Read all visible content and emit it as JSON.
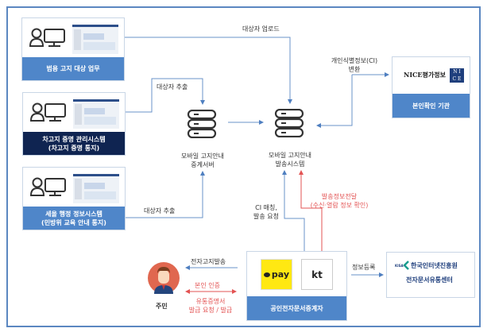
{
  "systems": [
    {
      "label": "범용 고지 대상 업무",
      "label2": ""
    },
    {
      "label": "차고지 증명 관리시스템",
      "label2": "(차고지 증명 통지)"
    },
    {
      "label": "세올 행정 정보시스템",
      "label2": "(민방위 교육 안내 통지)"
    }
  ],
  "servers": {
    "relay": {
      "line1": "모바일 고지안내",
      "line2": "중계서버"
    },
    "send": {
      "line1": "모바일 고지안내",
      "line2": "발송시스템"
    }
  },
  "edges": {
    "upload": "대상자 업로드",
    "extract1": "대상자 추출",
    "extract2": "대상자 추출",
    "ci_convert1": "개인식별정보(CI)",
    "ci_convert2": "변환",
    "ci_match1": "CI 매칭,",
    "ci_match2": "발송 요청",
    "deliver1": "발송정보전달",
    "deliver2": "(수신·열람 정보 확인)",
    "e_notice": "전자고지발송",
    "auth": "본인 인증",
    "cert1": "유통증명서",
    "cert2": "발급 요청 / 발급",
    "register": "정보등록"
  },
  "nice": {
    "logo_text": "NICE평가정보",
    "label": "본인확인 기관"
  },
  "broker": {
    "pay": "pay",
    "kt": "kt",
    "label": "공인전자문서중계자"
  },
  "kisa": {
    "logo": "KISA",
    "name": "한국인터넷진흥원",
    "center": "전자문서유통센터"
  },
  "resident": {
    "label": "주민"
  },
  "colors": {
    "blue": "#4f86c9",
    "navy": "#0f2451",
    "red": "#e35353",
    "kakao": "#ffe812"
  }
}
